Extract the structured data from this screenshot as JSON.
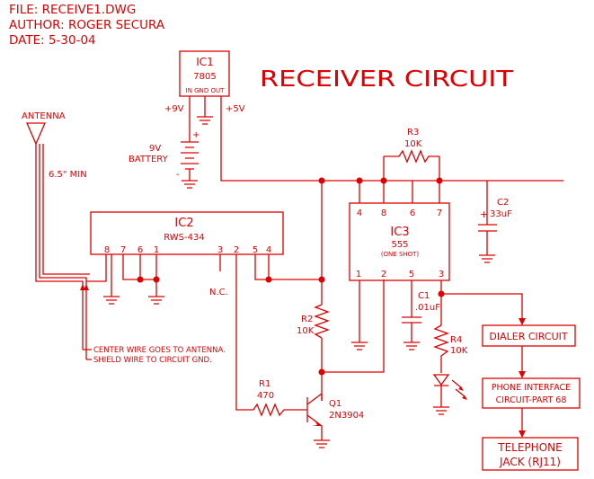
{
  "header": {
    "file": "FILE:  RECEIVE1.DWG",
    "author": "AUTHOR:  ROGER SECURA",
    "date": "DATE:  5-30-04"
  },
  "title": "RECEIVER  CIRCUIT",
  "ic1": {
    "ref": "IC1",
    "part": "7805",
    "pins": "IN  GND  OUT",
    "vin": "+9V",
    "vout": "+5V"
  },
  "battery": {
    "value": "9V",
    "label": "BATTERY",
    "plus": "+",
    "minus": "-"
  },
  "antenna": {
    "label": "ANTENNA",
    "length": "6.5\"  MIN"
  },
  "ic2": {
    "ref": "IC2",
    "part": "RWS-434",
    "pins": [
      "8",
      "7",
      "6",
      "1",
      "3",
      "2",
      "5",
      "4"
    ],
    "nc": "N.C."
  },
  "ic3": {
    "ref": "IC3",
    "part": "555",
    "mode": "(ONE SHOT)",
    "top_pins": [
      "4",
      "8",
      "6",
      "7"
    ],
    "bottom_pins": [
      "1",
      "2",
      "5",
      "3"
    ]
  },
  "r1": {
    "ref": "R1",
    "value": "470"
  },
  "r2": {
    "ref": "R2",
    "value": "10K"
  },
  "r3": {
    "ref": "R3",
    "value": "10K"
  },
  "r4": {
    "ref": "R4",
    "value": "10K"
  },
  "c1": {
    "ref": "C1",
    "value": ".01uF"
  },
  "c2": {
    "ref": "C2",
    "value": "33uF",
    "polarity": "+"
  },
  "q1": {
    "ref": "Q1",
    "part": "2N3904"
  },
  "notes": [
    "CENTER WIRE GOES TO ANTENNA.",
    "SHIELD WIRE TO CIRCUIT GND."
  ],
  "blocks": {
    "dialer": "DIALER CIRCUIT",
    "phone_line1": "PHONE INTERFACE",
    "phone_line2": "CIRCUIT-PART 68",
    "jack_line1": "TELEPHONE",
    "jack_line2": "JACK (RJ11)"
  },
  "colors": {
    "ink": "#e00000",
    "background": "#ffffff"
  }
}
